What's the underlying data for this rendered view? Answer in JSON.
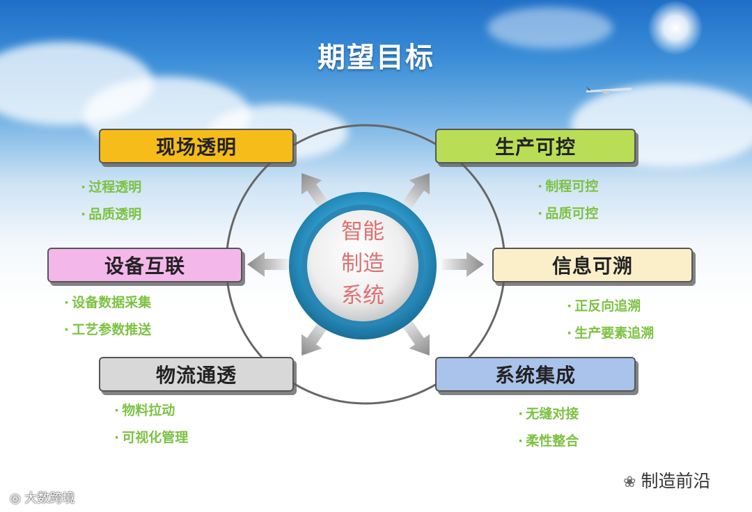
{
  "title": "期望目标",
  "center": {
    "line1": "智能",
    "line2": "制造",
    "line3": "系统"
  },
  "goals": [
    {
      "label": "现场透明",
      "color": "#f6bc1a",
      "bullets": [
        "过程透明",
        "品质透明"
      ]
    },
    {
      "label": "生产可控",
      "color": "#b9dd55",
      "bullets": [
        "制程可控",
        "品质可控"
      ]
    },
    {
      "label": "设备互联",
      "color": "#f4b7ea",
      "bullets": [
        "设备数据采集",
        "工艺参数推送"
      ]
    },
    {
      "label": "信息可溯",
      "color": "#fbefc9",
      "bullets": [
        "正反向追溯",
        "生产要素追溯"
      ]
    },
    {
      "label": "物流通透",
      "color": "#d8d8d8",
      "bullets": [
        "物料拉动",
        "可视化管理"
      ]
    },
    {
      "label": "系统集成",
      "color": "#a9c3ea",
      "bullets": [
        "无缝对接",
        "柔性整合"
      ]
    }
  ],
  "watermark_left": "大数跨境",
  "watermark_right": "制造前沿",
  "icons": [
    "airplane-icon",
    "wechat-icon",
    "weibo-icon"
  ]
}
